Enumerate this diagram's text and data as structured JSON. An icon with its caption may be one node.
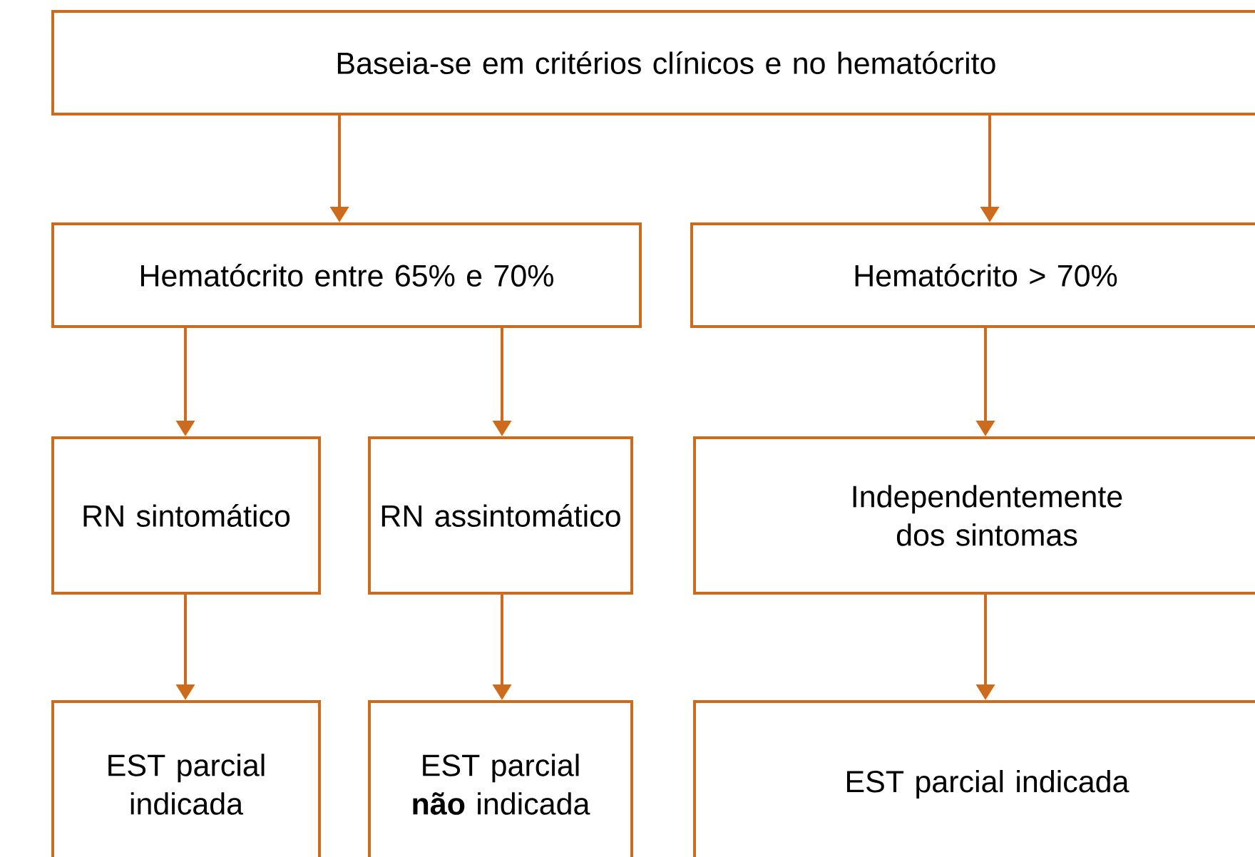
{
  "diagram": {
    "nodes": [
      {
        "text": [
          "Baseia-se em critérios clínicos e no hematócrito"
        ]
      },
      {
        "text": [
          "Hematócrito entre 65% e 70%"
        ]
      },
      {
        "text": [
          "Hematócrito > 70%"
        ]
      },
      {
        "text": [
          "RN sintomático"
        ]
      },
      {
        "text": [
          "RN assintomático"
        ]
      },
      {
        "text": [
          "Independentemente dos sintomas"
        ]
      },
      {
        "text": [
          "EST parcial indicada"
        ]
      },
      {
        "text": [
          "EST parcial **não** indicada"
        ]
      },
      {
        "text": [
          "EST parcial indicada"
        ]
      }
    ],
    "edges": [
      {
        "from": 0,
        "to": 1,
        "arrow": "to"
      },
      {
        "from": 0,
        "to": 2,
        "arrow": "to"
      },
      {
        "from": 1,
        "to": 3,
        "arrow": "to"
      },
      {
        "from": 1,
        "to": 4,
        "arrow": "to"
      },
      {
        "from": 2,
        "to": 5,
        "arrow": "to"
      },
      {
        "from": 3,
        "to": 6,
        "arrow": "to"
      },
      {
        "from": 4,
        "to": 7,
        "arrow": "to"
      },
      {
        "from": 5,
        "to": 8,
        "arrow": "to"
      }
    ]
  }
}
